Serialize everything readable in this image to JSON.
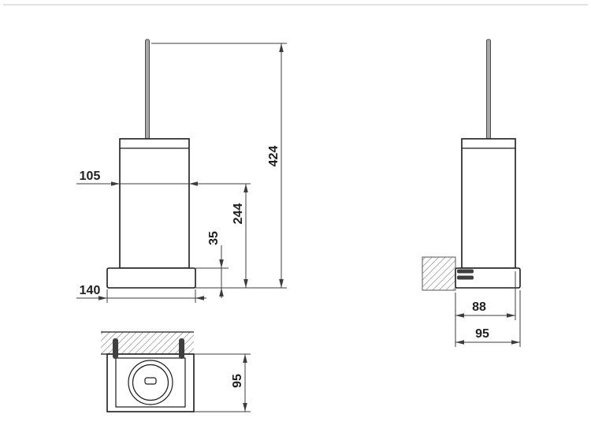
{
  "page": {
    "background": "#ffffff",
    "top_border_color": "#d9d9d9"
  },
  "drawing": {
    "type": "dimensional-technical-drawing",
    "colors": {
      "object_line": "#1c1c1c",
      "dimension_line": "#3c3c3c",
      "label_text": "#1f1f1f",
      "hatch": "#5a5a5a",
      "rod_fill": "#a8a8a8",
      "screw_fill": "#3f3f3f"
    }
  },
  "dims": {
    "front_width": "105",
    "front_total_height": "424",
    "front_holder_height": "244",
    "front_base_height": "35",
    "front_base_width": "140",
    "side_body_depth": "88",
    "side_total_depth": "95",
    "top_depth": "95"
  }
}
